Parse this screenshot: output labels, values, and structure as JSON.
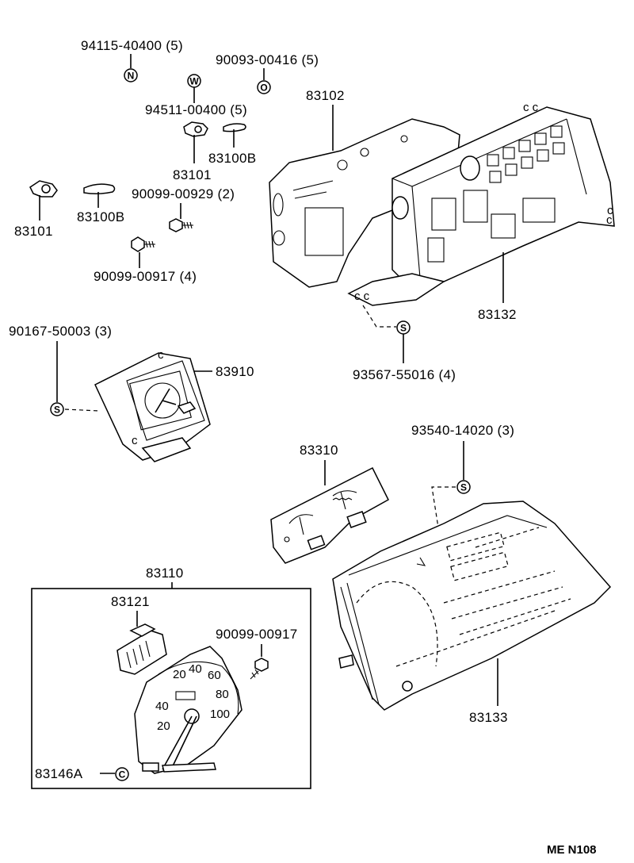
{
  "labels": {
    "p94115": "94115-40400 (5)",
    "p90093": "90093-00416 (5)",
    "p94511": "94511-00400 (5)",
    "p83102": "83102",
    "p83100b_a": "83100B",
    "p83101_a": "83101",
    "p90099_00929": "90099-00929 (2)",
    "p83101_b": "83101",
    "p83100b_b": "83100B",
    "p90099_00917_4": "90099-00917 (4)",
    "p83132": "83132",
    "p90167": "90167-50003 (3)",
    "p83910": "83910",
    "p93567": "93567-55016 (4)",
    "p93540": "93540-14020 (3)",
    "p83310": "83310",
    "p83110": "83110",
    "p83121": "83121",
    "p90099_00917": "90099-00917",
    "p83133": "83133",
    "p83146a": "83146A"
  },
  "markers": {
    "n": "N",
    "w": "W",
    "o": "O",
    "s": "S",
    "c": "C"
  },
  "footer": {
    "code": "ME N108"
  }
}
